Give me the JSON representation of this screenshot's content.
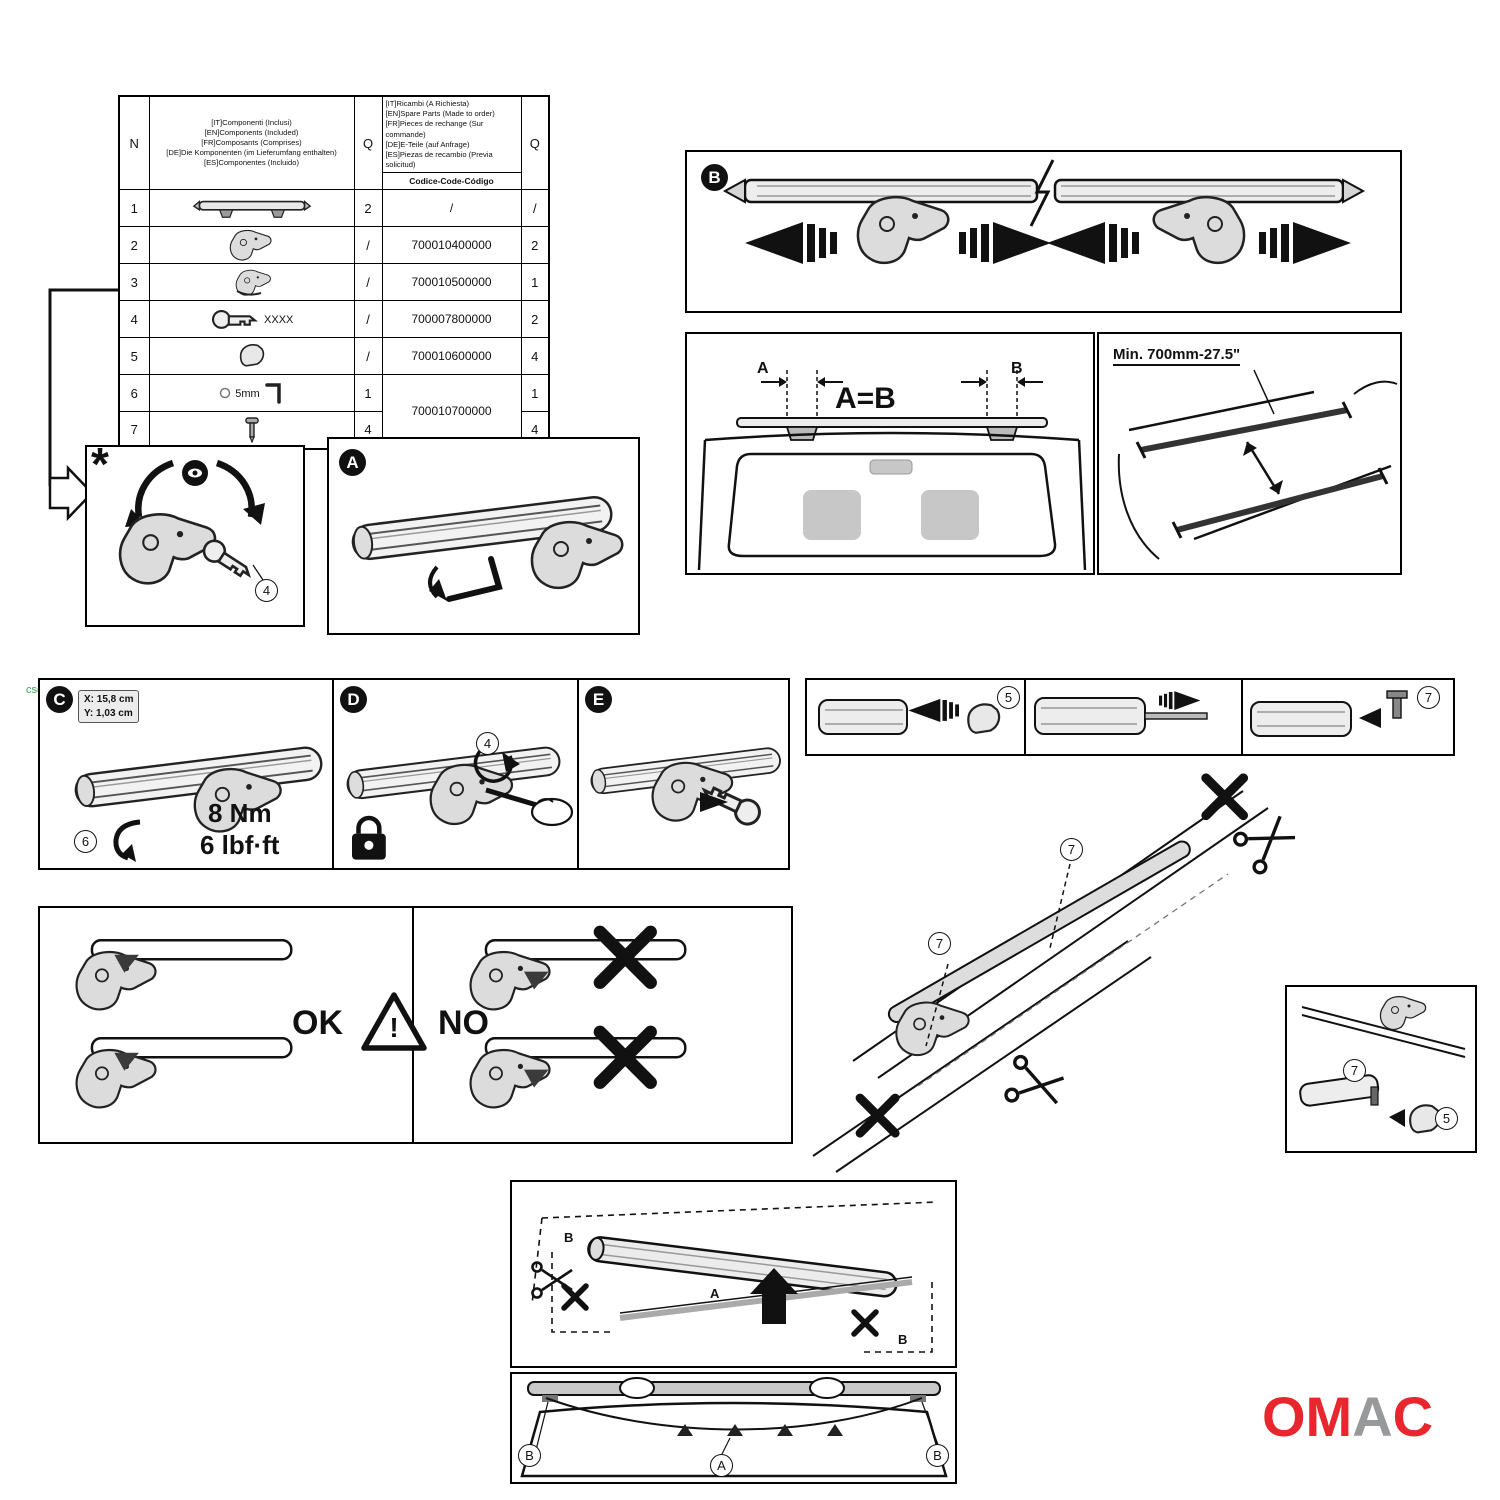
{
  "watermark": "csg",
  "logo": {
    "om": "OM",
    "a": "A",
    "c": "C",
    "red": "#E8262D",
    "gray": "#97999B"
  },
  "table": {
    "col_n": "N",
    "col_q": "Q",
    "col_q2": "Q",
    "included_header": "[IT]Componenti (Inclusi)\n[EN]Components (Included)\n[FR]Composants (Comprises)\n[DE]Die Komponenten (im Lieferumfang enthalten)\n[ES]Componentes (Incluido)",
    "spare_header": "[IT]Ricambi (A Richiesta)\n[EN]Spare Parts (Made to order)\n[FR]Pieces de rechange (Sur commande)\n[DE]E-Teile (auf Anfrage)\n[ES]Piezas de recambio (Previa solicitud)",
    "code_header": "Codice-Code-Código",
    "rows": [
      {
        "n": "1",
        "q": "2",
        "code": "/",
        "q2": "/"
      },
      {
        "n": "2",
        "q": "/",
        "code": "700010400000",
        "q2": "2"
      },
      {
        "n": "3",
        "q": "/",
        "code": "700010500000",
        "q2": "1"
      },
      {
        "n": "4",
        "label": "XXXX",
        "q": "/",
        "code": "700007800000",
        "q2": "2"
      },
      {
        "n": "5",
        "q": "/",
        "code": "700010600000",
        "q2": "4"
      },
      {
        "n": "6",
        "label": "5mm",
        "q": "1",
        "code": "700010700000",
        "q2": "1"
      },
      {
        "n": "7",
        "q": "4",
        "q2": "4"
      }
    ]
  },
  "panels": {
    "star": {
      "symbol": "*",
      "callout4": "4"
    },
    "a": {
      "letter": "A"
    },
    "b": {
      "letter": "B"
    },
    "ab": {
      "dim_a": "A",
      "dim_b": "B",
      "equation": "A=B"
    },
    "min": {
      "label": "Min. 700mm-27.5\""
    },
    "c": {
      "letter": "C",
      "x": "X: 15,8 cm",
      "y": "Y: 1,03 cm",
      "nm": "8 Nm",
      "lbf": "6 lbf·ft",
      "callout6": "6"
    },
    "d": {
      "letter": "D",
      "callout4": "4"
    },
    "e": {
      "letter": "E"
    },
    "caps": {
      "callout5": "5",
      "callout7": "7"
    },
    "okno": {
      "ok": "OK",
      "no": "NO",
      "bang": "!"
    },
    "roof": {
      "callout7a": "7",
      "callout7b": "7"
    },
    "corner": {
      "callout7": "7",
      "callout5": "5"
    },
    "install": {
      "a": "A",
      "b_left": "B",
      "b_right": "B"
    },
    "rear": {
      "a": "A",
      "b_left": "B",
      "b_right": "B"
    }
  }
}
